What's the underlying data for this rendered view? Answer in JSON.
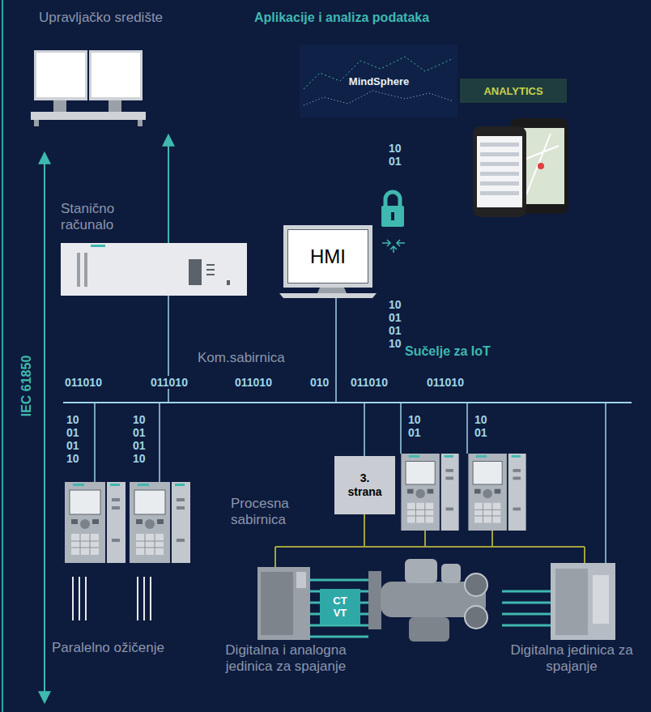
{
  "diagram": {
    "nodes": [
      {
        "text": [
          "Upravljačko središte"
        ]
      },
      {
        "text": [
          "Stanično računalo"
        ]
      },
      {
        "text": [
          "HMI"
        ]
      },
      {
        "text": [
          "3. strana"
        ]
      },
      {
        "text": [
          "CT VT"
        ]
      }
    ],
    "edges": [
      {
        "from": 1,
        "to": 0,
        "arrow": "to"
      }
    ],
    "labels": [
      "Aplikacije i analiza podataka",
      "MindSphere",
      "ANALYTICS",
      "10 01",
      "10 01 01 10",
      "Kom.sabirnica",
      "Sučelje za IoT",
      "011010",
      "011010",
      "011010",
      "010",
      "011010",
      "011010",
      "10 01 01 10",
      "10 01 01 10",
      "10 01",
      "10 01",
      "IEC 61850",
      "Procesna sabirnica",
      "Paralelno ožičenje",
      "Digitalna i analogna jedinica za spajanje",
      "Digitalna jedinica za spajanje"
    ]
  }
}
